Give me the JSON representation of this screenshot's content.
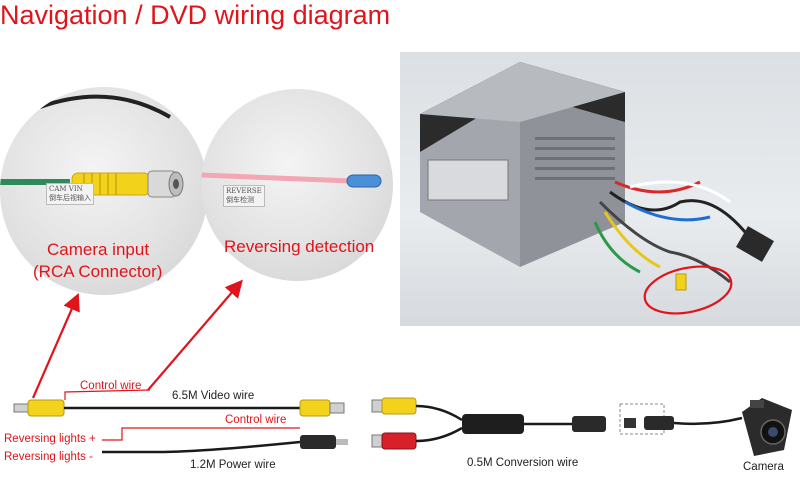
{
  "title": "Navigation / DVD wiring diagram",
  "callouts": {
    "camera_input_line1": "Camera input",
    "camera_input_line2": "(RCA Connector)",
    "reversing_detection": "Reversing detection"
  },
  "wire_labels": {
    "control_wire_top": "Control wire",
    "video_wire": "6.5M Video wire",
    "control_wire_mid": "Control wire",
    "reversing_plus": "Reversing lights +",
    "reversing_minus": "Reversing lights -",
    "power_wire": "1.2M Power wire",
    "conversion_wire": "0.5M Conversion wire",
    "camera": "Camera"
  },
  "tags": {
    "camera_tag_line1": "CAM VIN",
    "camera_tag_line2": "倒车后视输入",
    "reverse_tag_line1": "REVERSE",
    "reverse_tag_line2": "倒车检测"
  },
  "colors": {
    "accent_red": "#e0141b",
    "rca_yellow": "#f2d21a",
    "rca_red": "#d8202a",
    "wire_black": "#1a1a1a"
  }
}
